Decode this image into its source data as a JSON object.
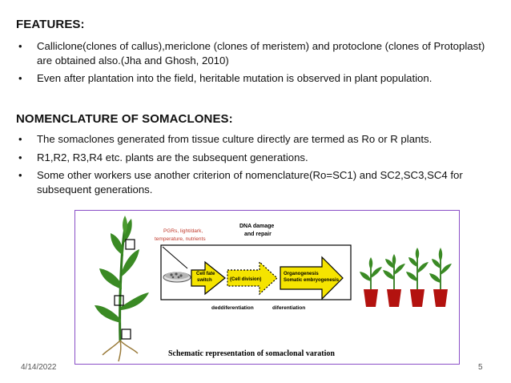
{
  "features": {
    "heading": "FEATURES:",
    "bullets": [
      "Calliclone(clones of callus),mericlone (clones of meristem) and protoclone (clones of Protoplast) are obtained also.(Jha and Ghosh, 2010)",
      "Even after plantation into the field, heritable mutation is observed in plant population."
    ]
  },
  "nomenclature": {
    "heading": "NOMENCLATURE OF SOMACLONES:",
    "bullets": [
      "The somaclones generated from tissue culture directly are termed as Ro or R plants.",
      "R1,R2, R3,R4 etc. plants are the subsequent generations.",
      "Some other workers use another criterion of nomenclature(Ro=SC1) and SC2,SC3,SC4 for subsequent generations."
    ]
  },
  "figure": {
    "pgr_label_line1": "PGRs, light/dark,",
    "pgr_label_line2": "temperature, nutrients",
    "dna_label_line1": "DNA damage",
    "dna_label_line2": "and repair",
    "arrow1_line1": "Cell fate",
    "arrow1_line2": "switch",
    "arrow2": "(Cell division)",
    "arrow3_line1": "Organogenesis",
    "arrow3_line2": "Somatic embryogenesis",
    "dediff": "deddiferentiation",
    "diff": "diferentiation",
    "caption": "Schematic representation of somaclonal varation",
    "colors": {
      "arrow_yellow": "#f5e400",
      "arrow_outline": "#000000",
      "pot_red": "#b3120f",
      "leaf_green": "#3a8a24",
      "frame_purple": "#8a4fc7"
    }
  },
  "footer": {
    "date": "4/14/2022",
    "page": "5"
  }
}
